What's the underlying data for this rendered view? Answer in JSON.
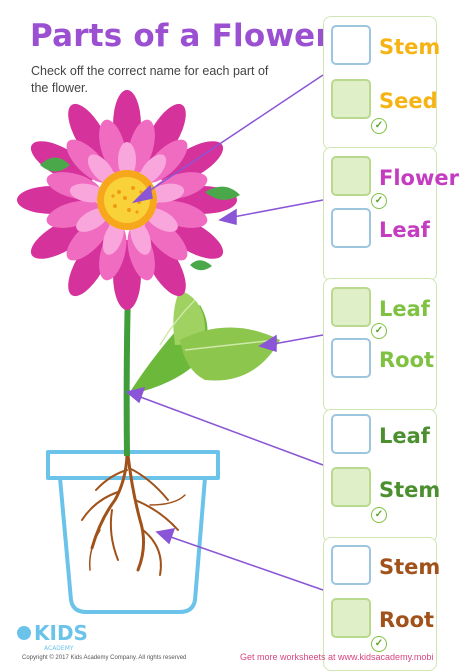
{
  "title": "Parts of a Flower",
  "instructions": "Check off the correct name for each part of the flower.",
  "colors": {
    "title": "#9b4fd1",
    "arrow": "#8a55d6",
    "box_border": "#9bc6dd",
    "hint_fill": "#dff0c8",
    "stem_yellow": "#f5b414",
    "flower_magenta": "#c43cc0",
    "leaf_green": "#7fc242",
    "root_brown": "#a0521a"
  },
  "questions": [
    {
      "options": [
        {
          "label": "Stem",
          "color": "#f5b414"
        },
        {
          "label": "Seed",
          "color": "#f5b414"
        }
      ]
    },
    {
      "options": [
        {
          "label": "Flower",
          "color": "#c43cc0"
        },
        {
          "label": "Leaf",
          "color": "#c43cc0"
        }
      ]
    },
    {
      "options": [
        {
          "label": "Leaf",
          "color": "#7fc242"
        },
        {
          "label": "Root",
          "color": "#7fc242"
        }
      ]
    },
    {
      "options": [
        {
          "label": "Leaf",
          "color": "#4b8f2f"
        },
        {
          "label": "Stem",
          "color": "#4b8f2f"
        }
      ]
    },
    {
      "options": [
        {
          "label": "Stem",
          "color": "#a0521a"
        },
        {
          "label": "Root",
          "color": "#a0521a"
        }
      ]
    }
  ],
  "footer": {
    "copyright": "Copyright © 2017 Kids Academy Company. All rights reserved",
    "link": "Get more worksheets at www.kidsacademy.mobi",
    "logo_text": "KIDS",
    "logo_sub": "ACADEMY"
  }
}
